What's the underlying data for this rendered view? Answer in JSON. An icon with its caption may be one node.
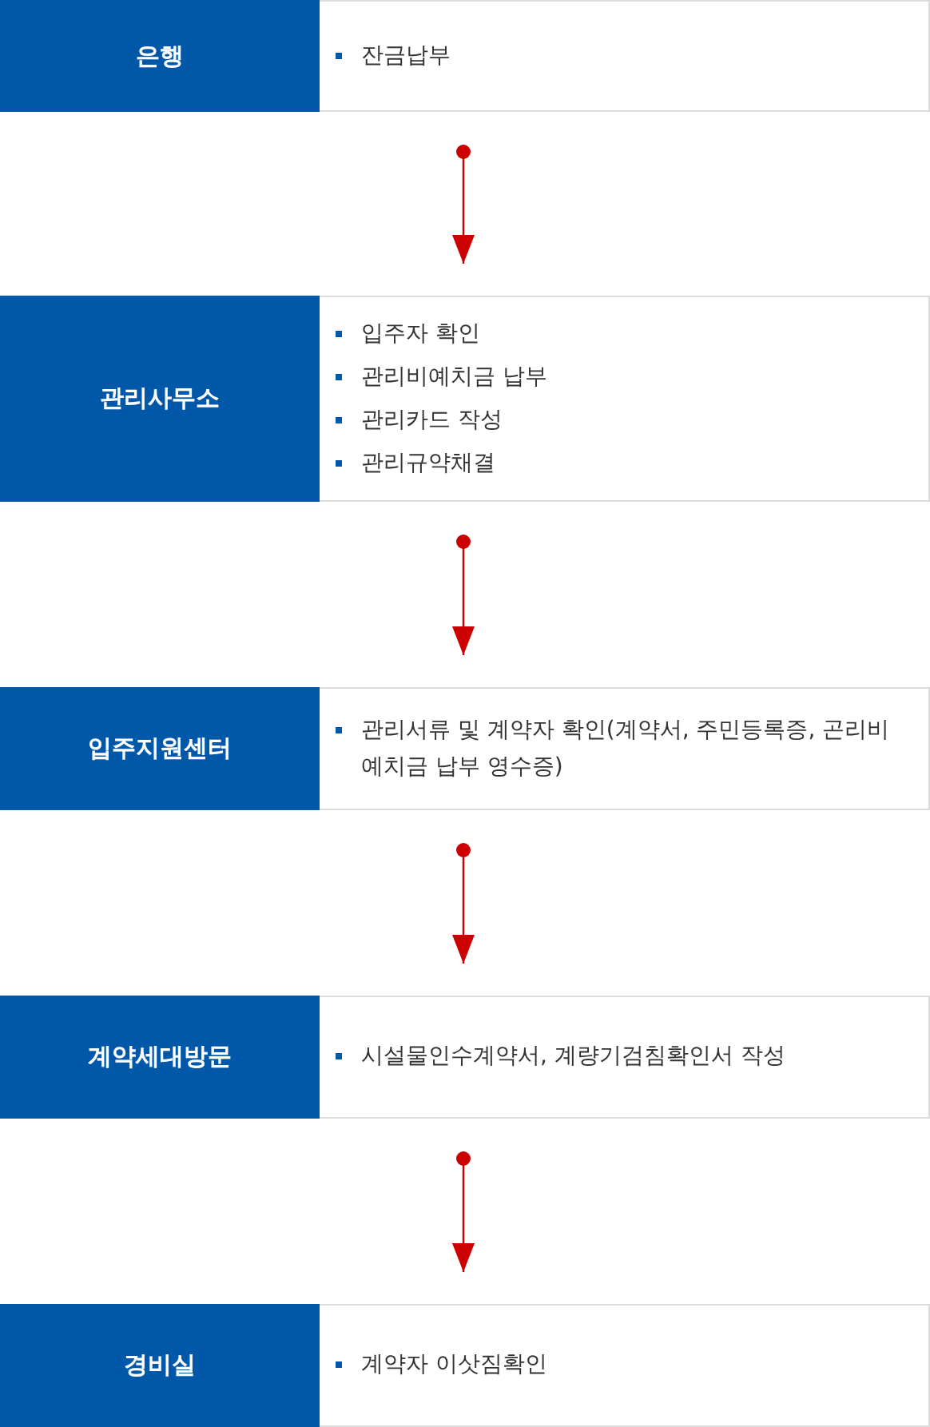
{
  "diagram": {
    "nodes": [
      {
        "text": [
          "은행",
          "잔금납부"
        ]
      },
      {
        "text": [
          "관리사무소",
          "입주자 확인",
          "관리비예치금 납부",
          "관리카드 작성",
          "관리규약채결"
        ]
      },
      {
        "text": [
          "입주지원센터",
          "관리서류 및 계약자 확인(계약서, 주민등록증, 곤리비예치금 납부 영수증)"
        ]
      },
      {
        "text": [
          "계약세대방문",
          "시설물인수계약서, 계량기검침확인서 작성"
        ]
      },
      {
        "text": [
          "경비실",
          "계약자 이삿짐확인"
        ]
      }
    ],
    "edges": [
      {
        "from": 0,
        "to": 1,
        "arrow": "to"
      },
      {
        "from": 1,
        "to": 2,
        "arrow": "to"
      },
      {
        "from": 2,
        "to": 3,
        "arrow": "to"
      },
      {
        "from": 3,
        "to": 4,
        "arrow": "to"
      }
    ]
  }
}
